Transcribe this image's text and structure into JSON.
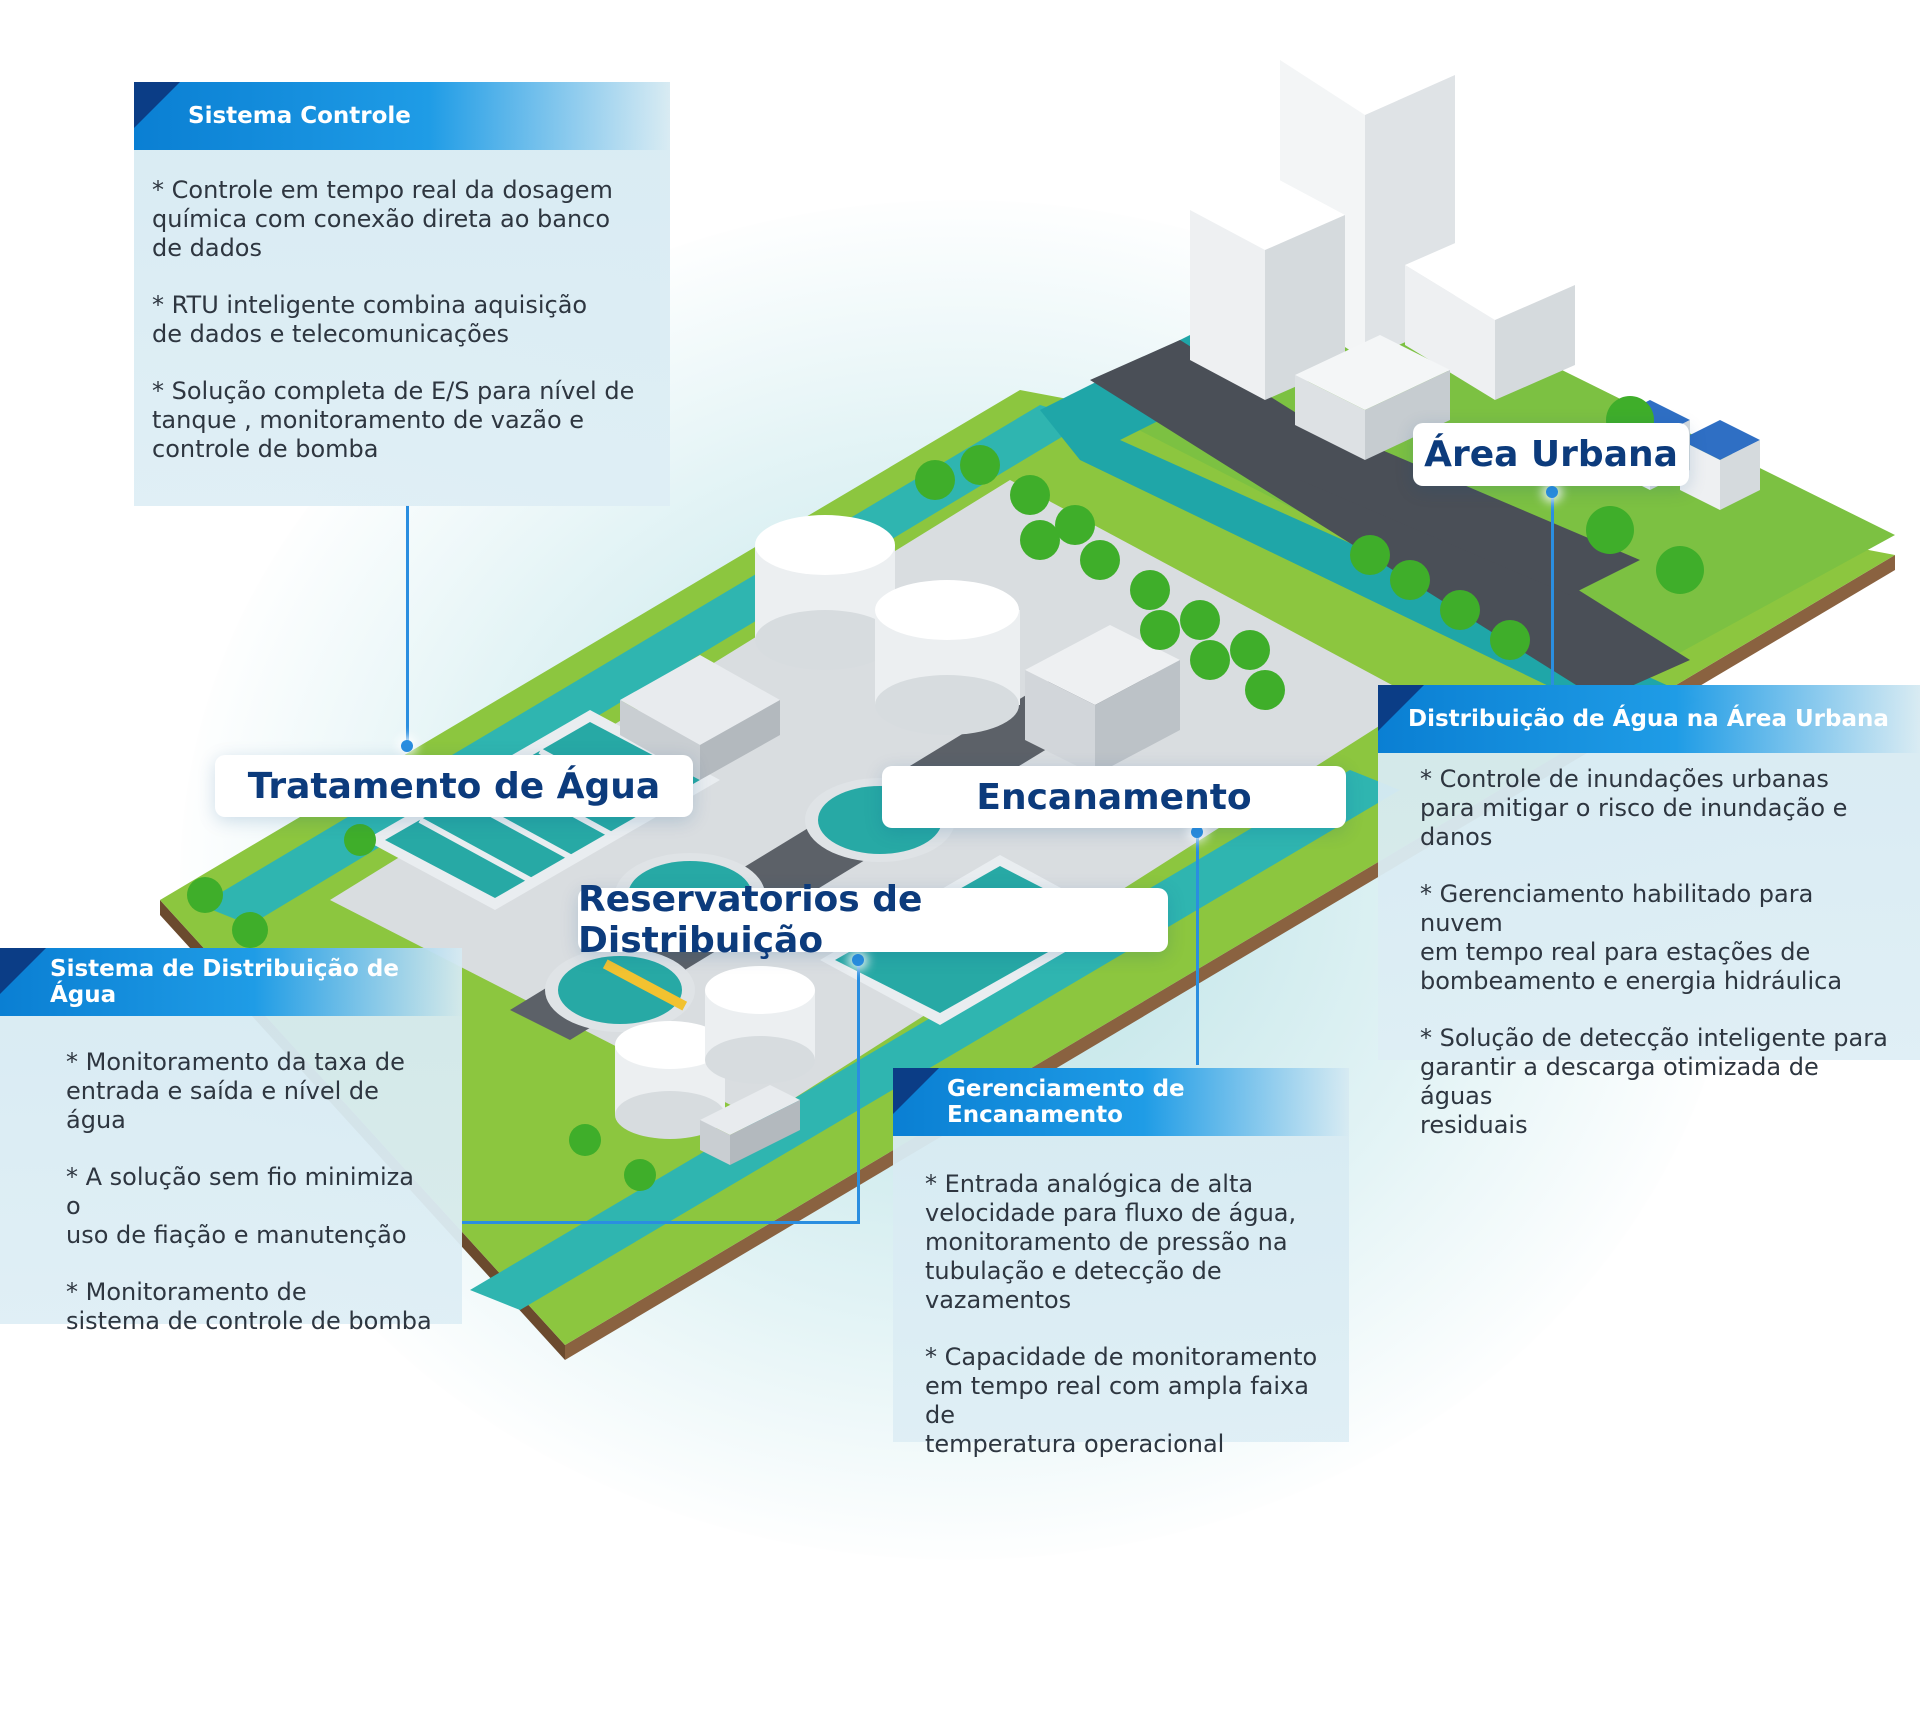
{
  "panels": {
    "sistema_controle": {
      "title": "Sistema Controle",
      "items": [
        "* Controle em tempo real da dosagem\nquímica com conexão direta ao banco\nde dados",
        "* RTU inteligente combina aquisição\nde dados e telecomunicações",
        "* Solução completa de E/S para nível de\ntanque , monitoramento de vazão e\ncontrole de bomba"
      ]
    },
    "distribuicao_urbana": {
      "title": "Distribuição de Água na Área Urbana",
      "items": [
        "* Controle de inundações urbanas\npara mitigar o risco de inundação e danos",
        "* Gerenciamento habilitado para nuvem\nem tempo real para estações de\nbombeamento e energia hidráulica",
        "* Solução de detecção inteligente para\ngarantir a descarga otimizada de águas\nresiduais"
      ]
    },
    "sistema_distribuicao": {
      "title": "Sistema de Distribuição de Água",
      "items": [
        "* Monitoramento da taxa de\nentrada e saída e nível de água",
        "* A solução sem fio minimiza o\nuso de fiação e manutenção",
        "* Monitoramento de\nsistema de controle de bomba"
      ]
    },
    "gerenciamento_encanamento": {
      "title": "Gerenciamento de Encanamento",
      "items": [
        "* Entrada analógica de alta\nvelocidade para fluxo de água,\nmonitoramento de pressão na\ntubulação e detecção de vazamentos",
        "* Capacidade de monitoramento\nem tempo real com ampla faixa de\ntemperatura operacional"
      ]
    }
  },
  "labels": {
    "tratamento": "Tratamento de Água",
    "encanamento": "Encanamento",
    "reservatorios": "Reservatorios de Distribuição",
    "area_urbana": "Área Urbana"
  },
  "colors": {
    "accent": "#1f9ce6",
    "header_dark": "#0b3d86",
    "label_text": "#0c3b7c",
    "grass": "#8cc63f",
    "water": "#2fb5b0",
    "road": "#4a4f57"
  }
}
